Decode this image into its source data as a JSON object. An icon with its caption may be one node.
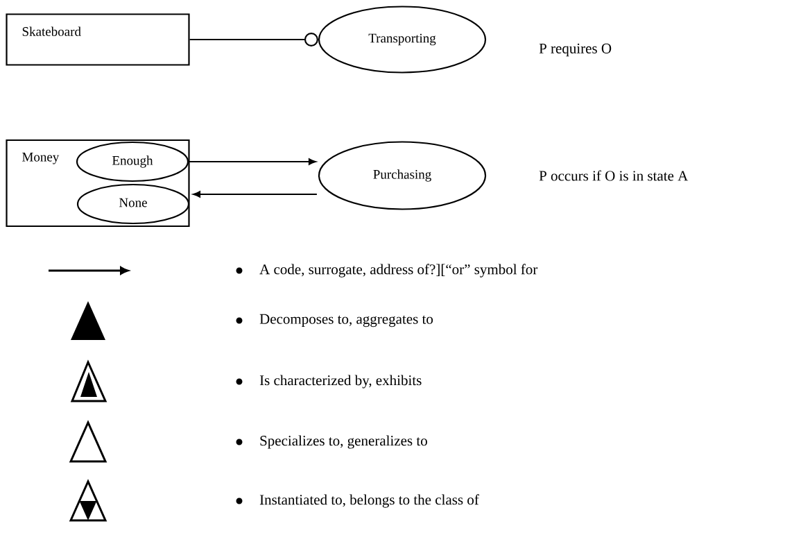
{
  "diagram": {
    "nodes": [
      {
        "text": [
          "Skateboard"
        ]
      },
      {
        "text": [
          "Transporting"
        ]
      },
      {
        "text": [
          "Money"
        ]
      },
      {
        "text": [
          "Enough"
        ],
        "in": 2
      },
      {
        "text": [
          "None"
        ],
        "in": 2
      },
      {
        "text": [
          "Purchasing"
        ]
      }
    ],
    "edges": [
      {
        "from": 0,
        "to": 1,
        "arrow": "other"
      },
      {
        "from": 3,
        "to": 5,
        "arrow": "to"
      },
      {
        "from": 5,
        "to": 4,
        "arrow": "to"
      }
    ],
    "labels": [
      "P requires O",
      "P occurs if O is in state A"
    ],
    "legend": [
      {
        "text": "A code, surrogate, address of?][“or” symbol for"
      },
      {
        "text": "Decomposes to, aggregates to"
      },
      {
        "text": "Is characterized by, exhibits"
      },
      {
        "text": "Specializes to, generalizes to"
      },
      {
        "text": "Instantiated to, belongs to the class of"
      }
    ]
  }
}
